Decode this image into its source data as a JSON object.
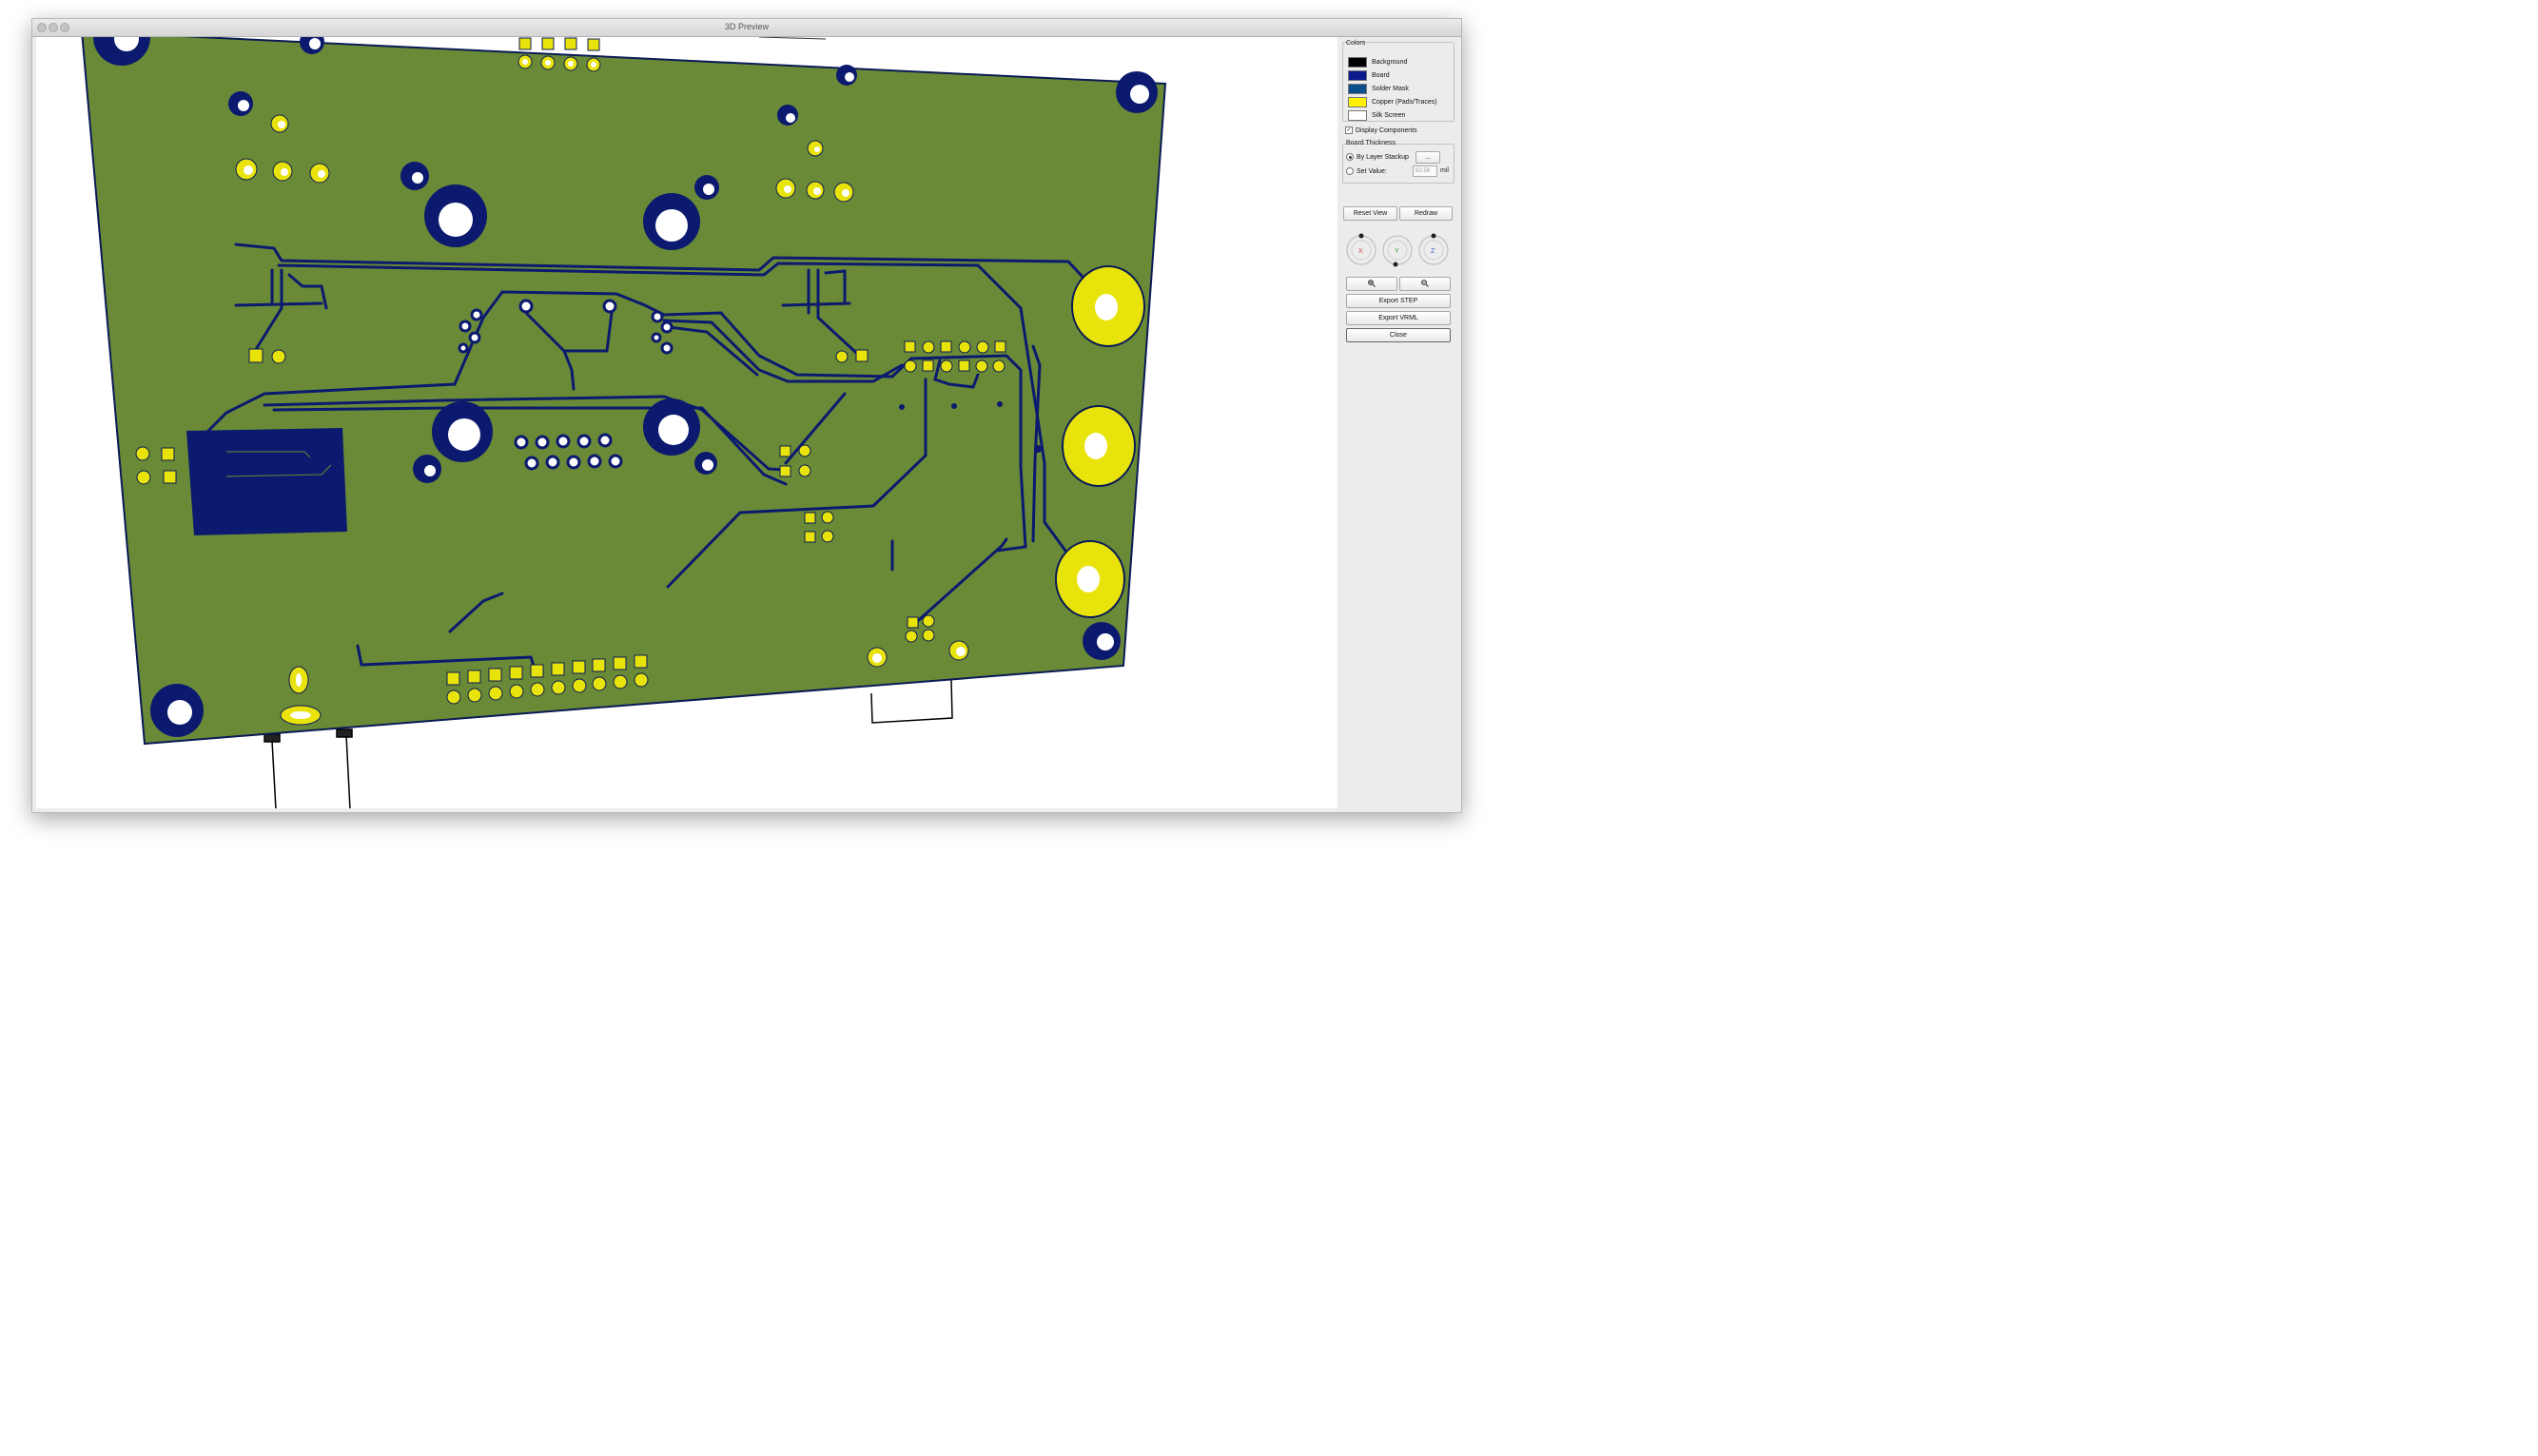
{
  "window": {
    "title": "3D Preview"
  },
  "colors_group": {
    "label": "Colors",
    "items": [
      {
        "label": "Background",
        "color": "#000000"
      },
      {
        "label": "Board",
        "color": "#0b1a8c"
      },
      {
        "label": "Solder Mask",
        "color": "#0b4f8a"
      },
      {
        "label": "Copper (Pads/Traces)",
        "color": "#fff200"
      },
      {
        "label": "Silk Screen",
        "color": "#ffffff"
      }
    ]
  },
  "display_components": {
    "label": "Display Components",
    "checked": true
  },
  "board_thickness": {
    "label": "Board Thickness",
    "by_layer_stackup": "By Layer Stackup",
    "stackup_button": "...",
    "set_value": "Set Value:",
    "value": "62.58",
    "unit": "mil"
  },
  "buttons": {
    "reset_view": "Reset View",
    "redraw": "Redraw",
    "export_step": "Export STEP",
    "export_vrml": "Export VRML",
    "close": "Close"
  },
  "axes": {
    "x": "X",
    "y": "Y",
    "z": "Z"
  },
  "board_colors": {
    "mask": "#6a8a37",
    "board": "#0b1a6e",
    "copper": "#e9e30c",
    "silk": "#ffffff"
  }
}
